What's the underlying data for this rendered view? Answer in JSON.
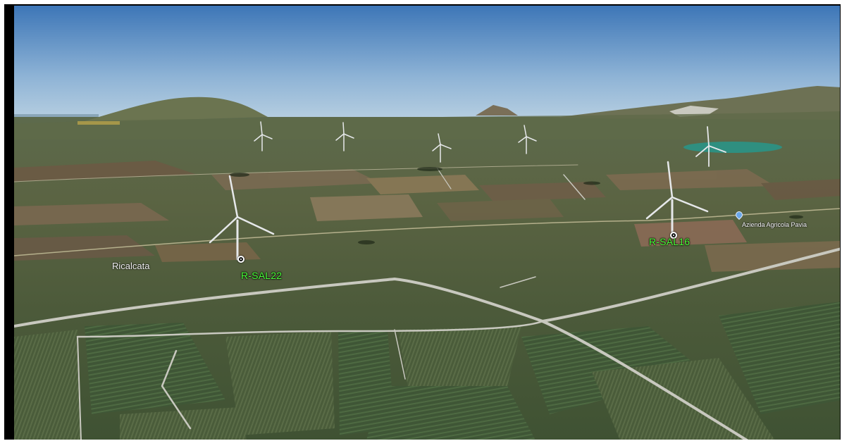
{
  "map": {
    "view": "3d-satellite-terrain",
    "places": [
      {
        "name": "Ricalcata"
      }
    ],
    "turbines": [
      {
        "id": "R-SAL22"
      },
      {
        "id": "R-SAL16"
      }
    ],
    "pois": [
      {
        "name": "Azienda Agricola Pavia",
        "icon": "map-pin-icon"
      }
    ],
    "colors": {
      "turbine_label": "#4cff3a",
      "place_label": "#f4f4f4",
      "poi_pin": "#6aa6e8"
    }
  }
}
